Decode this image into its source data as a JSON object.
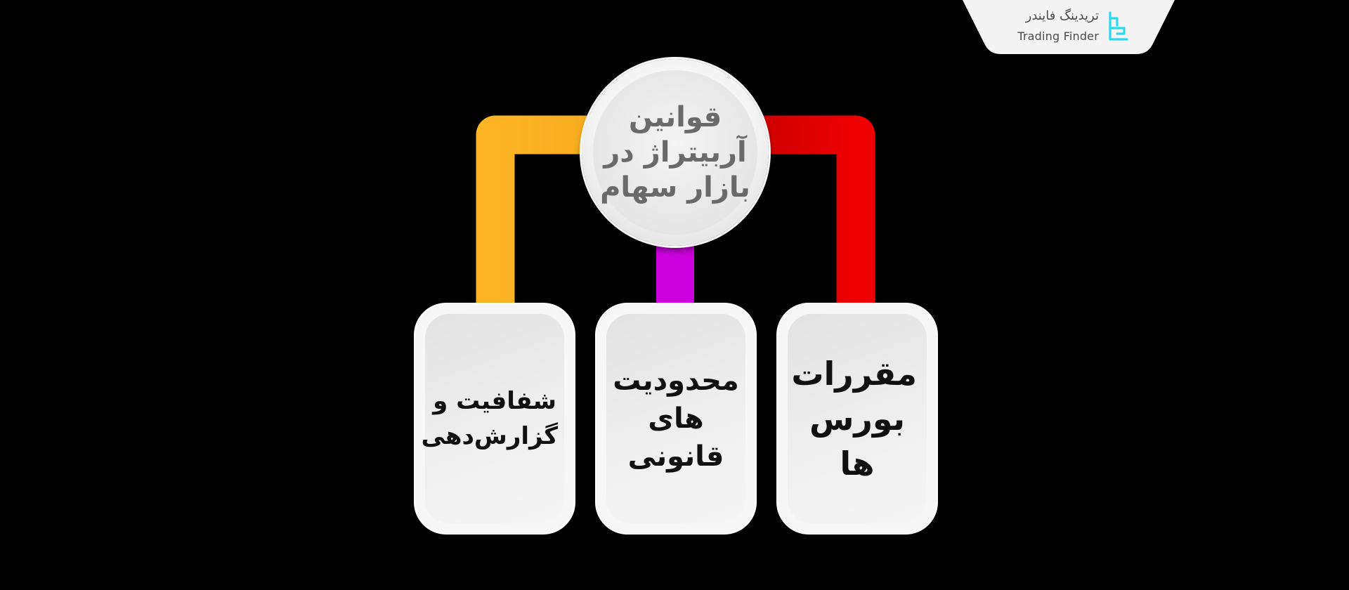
{
  "logo": {
    "persian_name": "تریدینگ فایندر",
    "english_name": "Trading Finder",
    "icon": "trading-finder-logo-icon"
  },
  "diagram": {
    "center_title": "قوانین آربیتراژ در بازار سهام",
    "branches": [
      {
        "label": "مقررات بورس ها",
        "connector_color": "#e00000"
      },
      {
        "label": "محدودیت های قانونی",
        "connector_color": "#cc00dd"
      },
      {
        "label": "شفافیت و گزارش‌دهی",
        "connector_color": "#fdb525"
      }
    ]
  },
  "colors": {
    "background": "#000000",
    "card": "#f2f2f2",
    "logo_accent": "#2ad8ef"
  }
}
